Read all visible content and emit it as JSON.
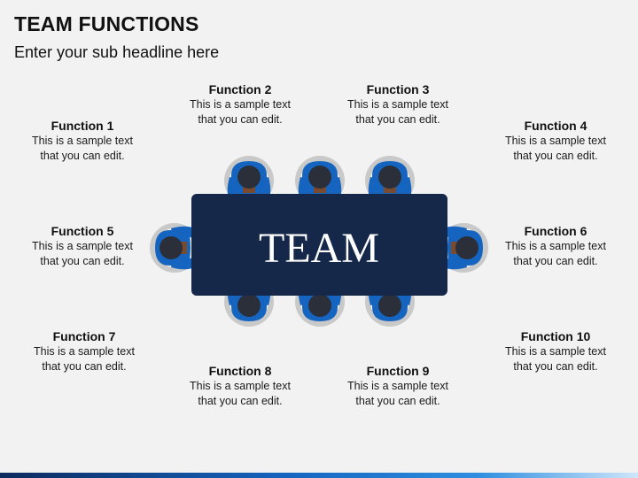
{
  "header": {
    "title": "TEAM FUNCTIONS",
    "subtitle": "Enter your sub headline here"
  },
  "center_label": "TEAM",
  "functions": [
    {
      "title": "Function 1",
      "text": "This is a sample text that you can edit."
    },
    {
      "title": "Function 2",
      "text": "This is a sample text that you can edit."
    },
    {
      "title": "Function 3",
      "text": "This is a sample text that you can edit."
    },
    {
      "title": "Function 4",
      "text": "This is a sample text that you can edit."
    },
    {
      "title": "Function 5",
      "text": "This is a sample text that you can edit."
    },
    {
      "title": "Function 6",
      "text": "This is a sample text that you can edit."
    },
    {
      "title": "Function 7",
      "text": "This is a sample text that you can edit."
    },
    {
      "title": "Function 8",
      "text": "This is a sample text that you can edit."
    },
    {
      "title": "Function 9",
      "text": "This is a sample text that you can edit."
    },
    {
      "title": "Function 10",
      "text": "This is a sample text that you can edit."
    }
  ],
  "colors": {
    "table": "#15284a",
    "shirt": "#1565c0",
    "hair": "#2b2f3a",
    "chair_ring": "#c9c9c9",
    "skin": "#f3d7bd",
    "face": "#7a4a2e"
  }
}
